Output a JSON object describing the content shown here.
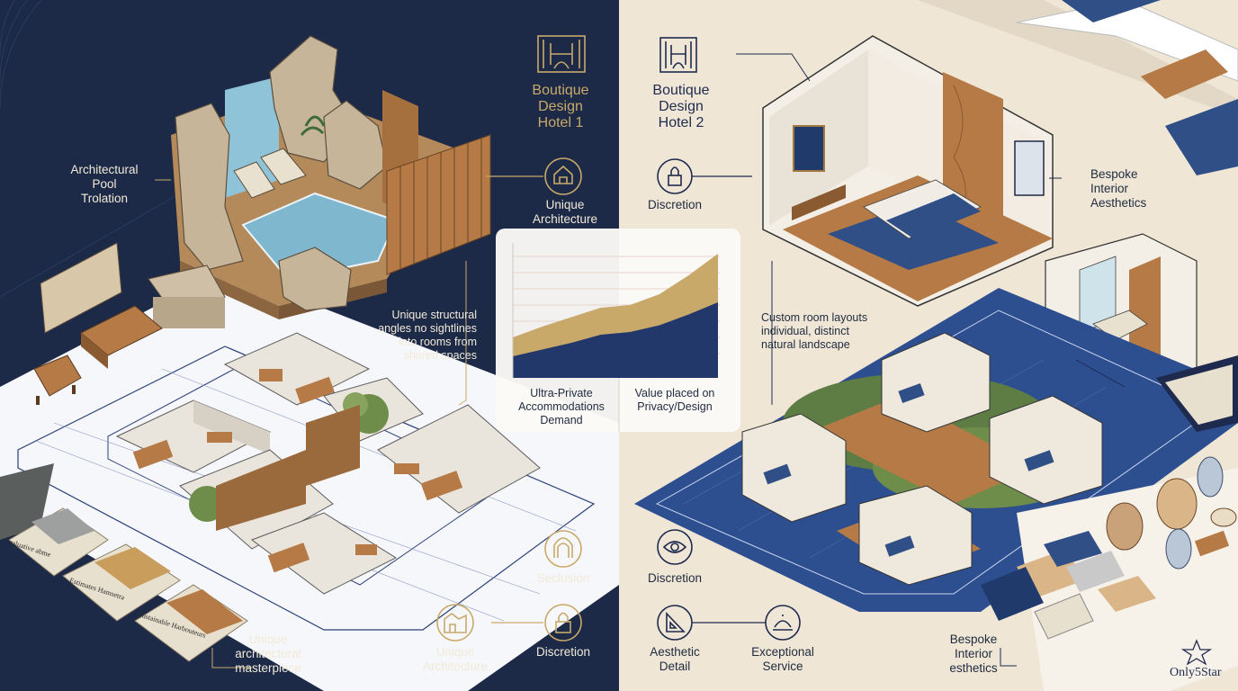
{
  "colors": {
    "navy_panel": "#1c2a48",
    "cream_panel": "#efe6d6",
    "gold": "#c9a96a",
    "wood": "#b57a45",
    "water": "#7fb7cf",
    "ink": "#1f2a3f"
  },
  "left": {
    "title": [
      "Boutique",
      "Design",
      "Hotel 1"
    ],
    "logo_icon": "boutique-hotel-logo-icon",
    "pool_label": [
      "Architectural",
      "Pool",
      "Trolation"
    ],
    "unique_arch_top": [
      "Unique",
      "Architecture"
    ],
    "structural_note": [
      "Unique structural",
      "angles no sightlines",
      "into rooms from",
      "shared spaces"
    ],
    "seclusion": "Seclusion",
    "discretion": "Discretion",
    "unique_arch_bottom": [
      "Unique",
      "Architecture"
    ],
    "masterpiece": [
      "Unique",
      "architectural",
      "masterpiece"
    ],
    "swatch_texts": [
      "Evaluative\nabme",
      "Estimates\nHamsetra",
      "Sustainable\nHarbouteurs"
    ]
  },
  "right": {
    "title": [
      "Boutique",
      "Design",
      "Hotel 2"
    ],
    "logo_icon": "boutique-hotel-logo-icon",
    "discretion_top": "Discretion",
    "bespoke_top": [
      "Bespoke",
      "Interior",
      "Aesthetics"
    ],
    "custom_layouts": [
      "Custom room layouts",
      "individual, distinct",
      "natural landscape"
    ],
    "discretion_bottom": "Discretion",
    "aesthetic_detail": [
      "Aesthetic",
      "Detail"
    ],
    "exceptional_service": [
      "Exceptional",
      "Service"
    ],
    "bespoke_bottom": [
      "Bespoke",
      "Interior",
      "esthetics"
    ],
    "brand": "Only5Star"
  },
  "chart": {
    "label_left": [
      "Ultra-Private",
      "Accommodations",
      "Demand"
    ],
    "label_right": [
      "Value placed on",
      "Privacy/Design"
    ]
  },
  "chart_data": {
    "type": "area",
    "title": "",
    "xlabel": "",
    "ylabel": "",
    "x": [
      0,
      1,
      2,
      3,
      4,
      5,
      6,
      7
    ],
    "ylim": [
      0,
      10
    ],
    "series": [
      {
        "values": [
          1.6,
          2.1,
          2.6,
          3.2,
          3.4,
          3.9,
          4.7,
          5.6
        ]
      },
      {
        "values": [
          3.0,
          3.8,
          4.5,
          5.2,
          5.4,
          6.2,
          7.6,
          9.2
        ]
      }
    ]
  }
}
